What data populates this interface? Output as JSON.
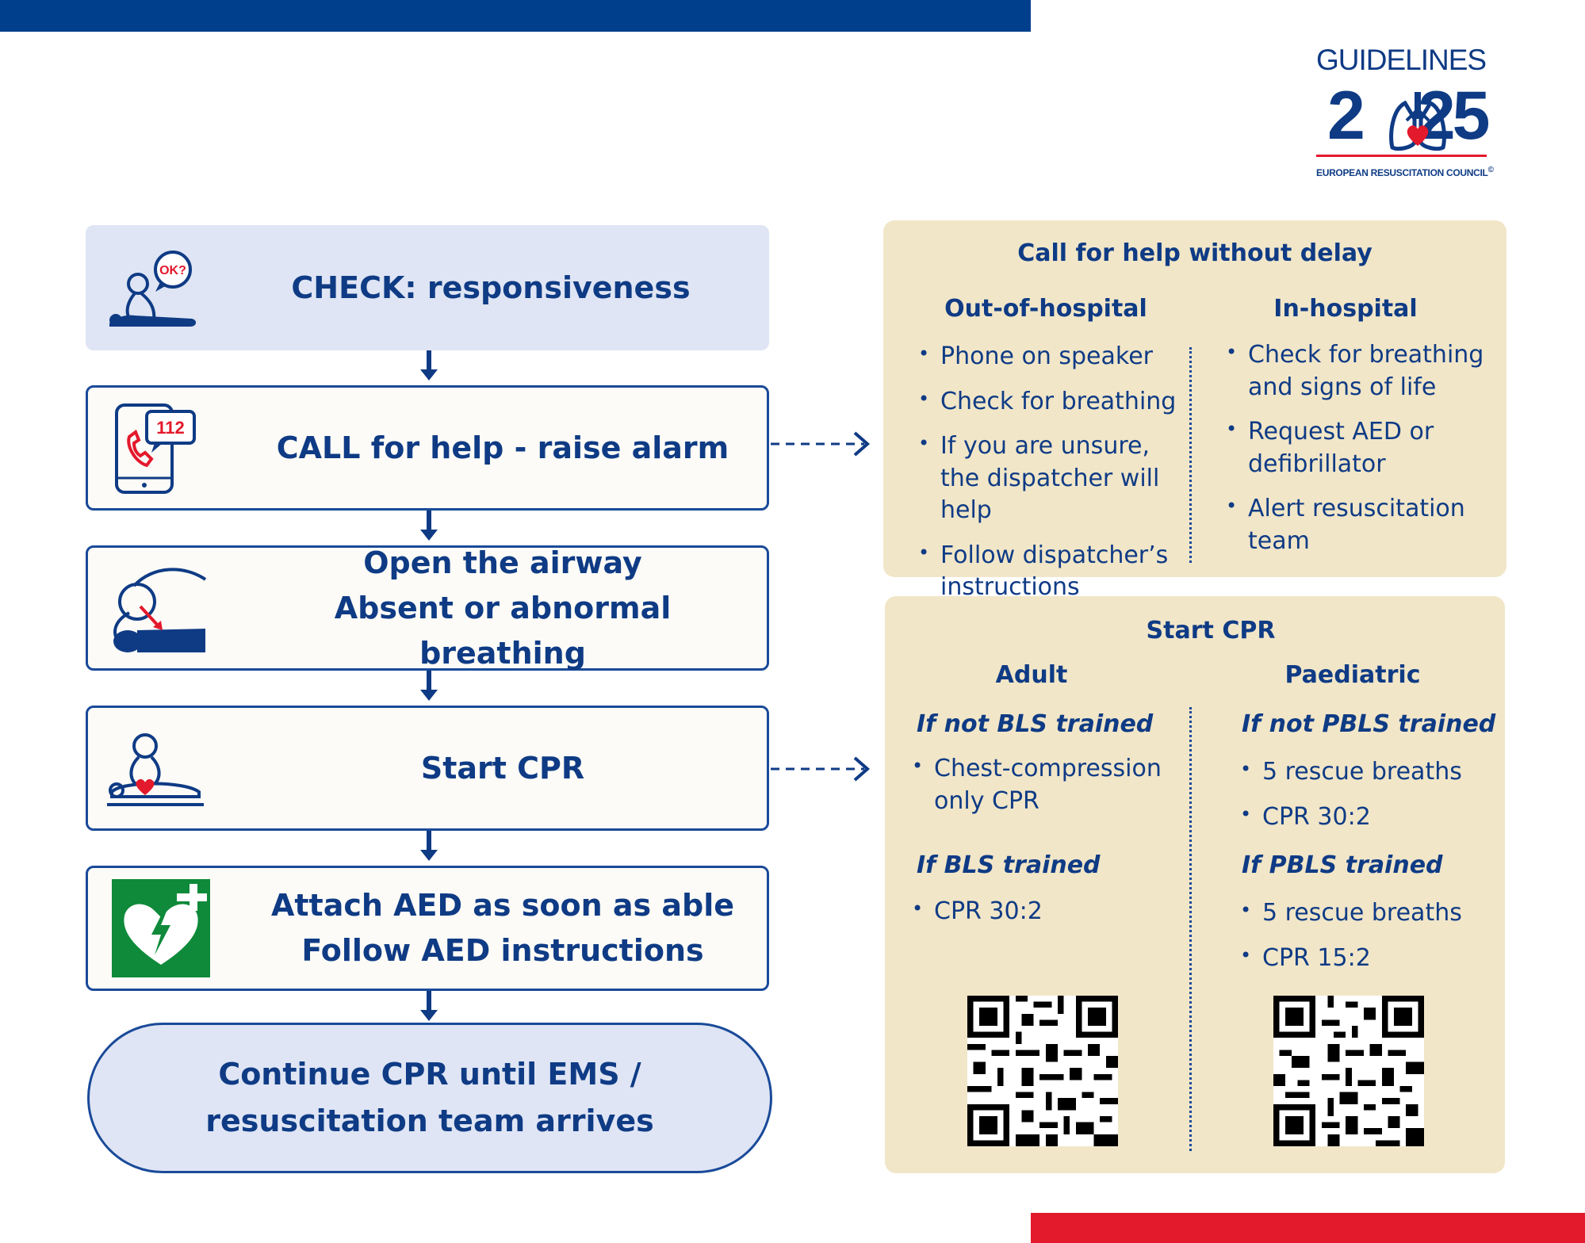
{
  "logo": {
    "guidelines": "GUIDELINES",
    "year_left": "2",
    "year_right": "25",
    "organisation": "EUROPEAN RESUSCITATION COUNCIL",
    "copyright": "©"
  },
  "flow": {
    "check": "CHECK: responsiveness",
    "call": "CALL for help - raise alarm",
    "call_icon_number": "112",
    "check_icon_bubble": "OK?",
    "airway_line1": "Open the airway",
    "airway_line2": "Absent or abnormal breathing",
    "cpr": "Start CPR",
    "aed_line1": "Attach AED as soon as able",
    "aed_line2": "Follow AED instructions",
    "continue_line1": "Continue CPR until EMS /",
    "continue_line2": "resuscitation team arrives"
  },
  "help_panel": {
    "title": "Call for help without delay",
    "out_title": "Out-of-hospital",
    "out_items": [
      "Phone on speaker",
      "Check for breathing",
      "If you are unsure, the dispatcher will help",
      "Follow dispatcher’s instructions"
    ],
    "in_title": "In-hospital",
    "in_items": [
      "Check for breathing and signs of life",
      "Request AED or defibrillator",
      "Alert resuscitation team"
    ]
  },
  "cpr_panel": {
    "title": "Start CPR",
    "adult_title": "Adult",
    "adult_untrained_head": "If not BLS trained",
    "adult_untrained_items": [
      "Chest-compression only CPR"
    ],
    "adult_trained_head": "If BLS trained",
    "adult_trained_items": [
      "CPR 30:2"
    ],
    "paed_title": "Paediatric",
    "paed_untrained_head": "If not PBLS trained",
    "paed_untrained_items": [
      "5 rescue breaths",
      "CPR 30:2"
    ],
    "paed_trained_head": "If PBLS trained",
    "paed_trained_items": [
      "5 rescue breaths",
      "CPR 15:2"
    ]
  },
  "colors": {
    "navy": "#0f3b85",
    "red": "#e3192c",
    "panel": "#f1e6c8",
    "light_blue": "#dfe5f4",
    "aed_green": "#0e8a3a"
  }
}
